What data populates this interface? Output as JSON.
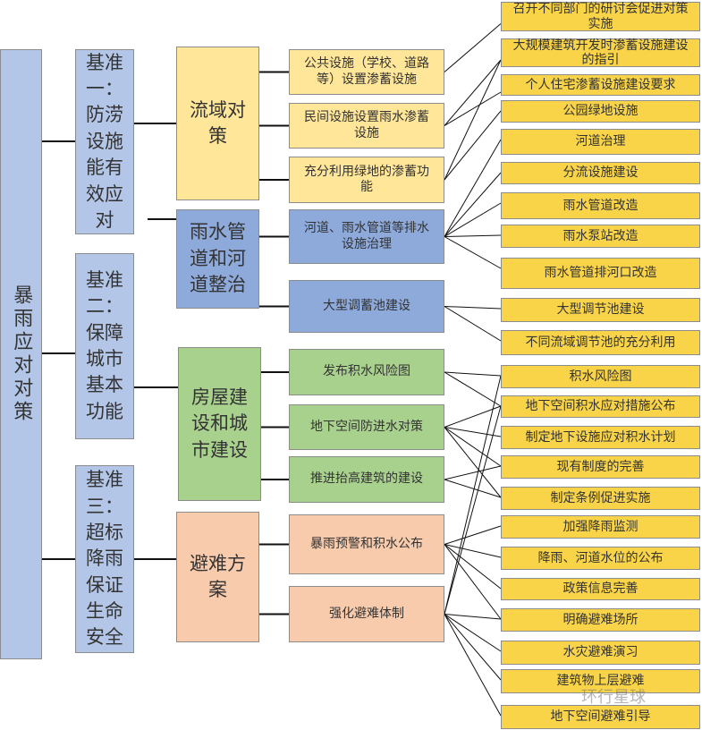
{
  "root": "暴雨应对对策",
  "level1": [
    "基准一：防涝设施能有效应对",
    "基准二：保障城市基本功能",
    "基准三：超标降雨保证生命安全"
  ],
  "level2": [
    "流域对策",
    "雨水管道和河道整治",
    "房屋建设和城市建设",
    "避难方案"
  ],
  "level3": [
    "公共设施（学校、道路等）设置渗蓄设施",
    "民间设施设置雨水渗蓄设施",
    "充分利用绿地的渗蓄功能",
    "河道、雨水管道等排水设施治理",
    "大型调蓄池建设",
    "发布积水风险图",
    "地下空间防进水对策",
    "推进抬高建筑的建设",
    "暴雨预警和积水公布",
    "强化避难体制"
  ],
  "level4": [
    "召开不同部门的研讨会促进对策实施",
    "大规模建筑开发时渗蓄设施建设的指引",
    "个人住宅渗蓄设施建设要求",
    "公园绿地设施",
    "河道治理",
    "分流设施建设",
    "雨水管道改造",
    "雨水泵站改造",
    "雨水管道排河口改造",
    "大型调节池建设",
    "不同流域调节池的充分利用",
    "积水风险图",
    "地下空间积水应对措施公布",
    "制定地下设施应对积水计划",
    "现有制度的完善",
    "制定条例促进实施",
    "加强降雨监测",
    "降雨、河道水位的公布",
    "政策信息完善",
    "明确避难场所",
    "水灾避难演习",
    "建筑物上层避难",
    "地下空间避难引导"
  ],
  "watermark": "环行星球",
  "colors": {
    "blue": "#b4c6e7",
    "yellow": "#ffe699",
    "darkblue": "#8eaadb",
    "green": "#a9d18e",
    "peach": "#f8cbad",
    "leaf": "#f9d448"
  }
}
